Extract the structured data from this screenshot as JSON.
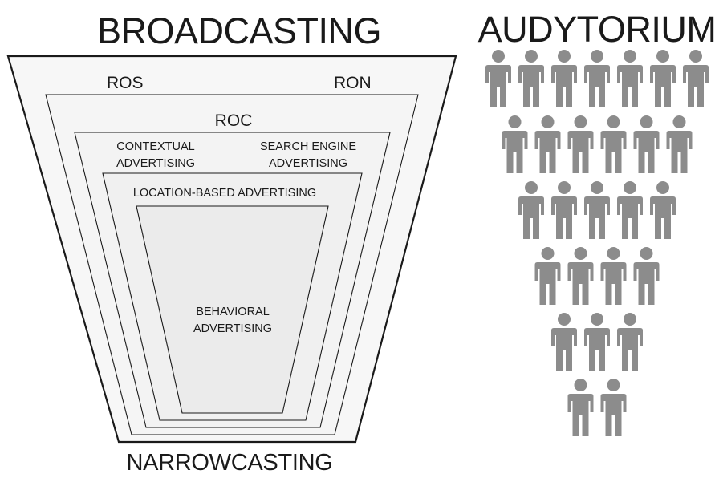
{
  "diagram": {
    "top_title": "BROADCASTING",
    "bottom_title": "NARROWCASTING",
    "audience_title": "AUDYTORIUM",
    "layers": {
      "ros": "ROS",
      "ron": "RON",
      "roc": "ROC",
      "contextual": [
        "CONTEXTUAL",
        "ADVERTISING"
      ],
      "search_engine": [
        "SEARCH ENGINE",
        "ADVERTISING"
      ],
      "location_based": "LOCATION-BASED ADVERTISING",
      "behavioral": [
        "BEHAVIORAL",
        "ADVERTISING"
      ]
    },
    "audience_rows": [
      7,
      6,
      5,
      4,
      3,
      2
    ],
    "colors": {
      "outline": "#1a1a1a",
      "outer_fill": "#f6f6f6",
      "inner_fill": "#ececec",
      "person": "#8c8c8c"
    }
  }
}
